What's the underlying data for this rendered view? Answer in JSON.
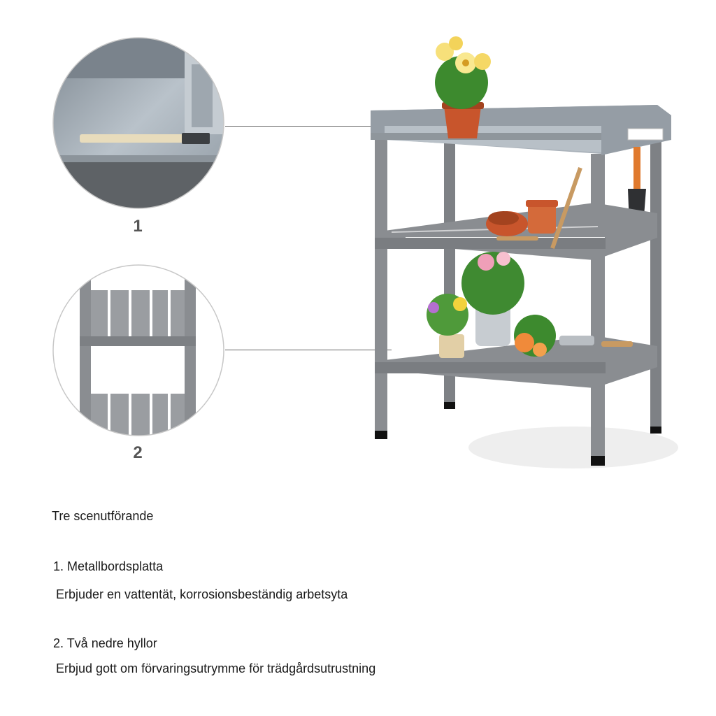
{
  "callouts": {
    "detail_1_number": "1",
    "detail_2_number": "2"
  },
  "description": {
    "heading": "Tre scenutförande",
    "feature_1_title": "1. Metallbordsplatta",
    "feature_1_text": "Erbjuder en vattentät, korrosionsbeständig arbetsyta",
    "feature_2_title": "2. Två nedre hyllor",
    "feature_2_text": "Erbjud gott om förvaringsutrymme för trädgårdsutrustning"
  },
  "colors": {
    "wood_grey": "#8a8d91",
    "wood_dark": "#6e7175",
    "metal_top": "#a9b1b9",
    "terracotta": "#c8552c"
  }
}
